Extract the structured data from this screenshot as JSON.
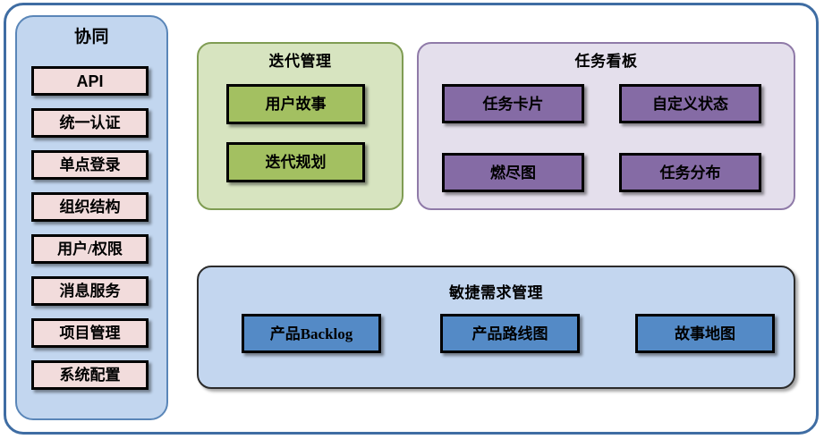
{
  "diagram": {
    "sidebar": {
      "title": "协同",
      "accent": "#c2d6ef",
      "item_color": "#f2dcdc",
      "items": [
        {
          "label": "API"
        },
        {
          "label": "统一认证"
        },
        {
          "label": "单点登录"
        },
        {
          "label": "组织结构"
        },
        {
          "label": "用户/权限"
        },
        {
          "label": "消息服务"
        },
        {
          "label": "项目管理"
        },
        {
          "label": "系统配置"
        }
      ]
    },
    "iteration": {
      "title": "迭代管理",
      "accent": "#d7e4c0",
      "item_color": "#a3c061",
      "items": [
        {
          "label": "用户故事"
        },
        {
          "label": "迭代规划"
        }
      ]
    },
    "taskboard": {
      "title": "任务看板",
      "accent": "#e4dfec",
      "item_color": "#856ba5",
      "items": [
        {
          "label": "任务卡片"
        },
        {
          "label": "自定义状态"
        },
        {
          "label": "燃尽图"
        },
        {
          "label": "任务分布"
        }
      ]
    },
    "agile": {
      "title": "敏捷需求管理",
      "accent": "#c3d6ef",
      "item_color": "#548ac6",
      "items": [
        {
          "label": "产品Backlog"
        },
        {
          "label": "产品路线图"
        },
        {
          "label": "故事地图"
        }
      ]
    }
  }
}
